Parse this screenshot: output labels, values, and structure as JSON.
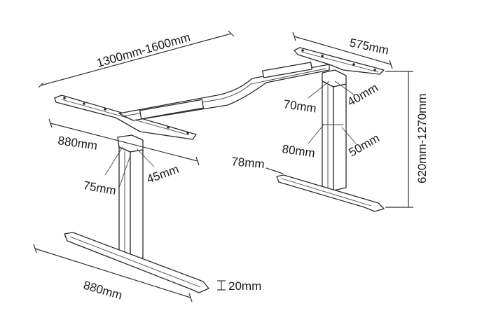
{
  "diagram": {
    "labels": {
      "width_range": "1300mm-1600mm",
      "depth_top": "575mm",
      "depth_left": "880mm",
      "foot_length": "880mm",
      "height_range": "620mm-1270mm",
      "col_outer_w": "70mm",
      "col_outer_d": "40mm",
      "col_base_w": "80mm",
      "col_base_d": "50mm",
      "col_left_w": "75mm",
      "col_left_d": "45mm",
      "foot_width": "78mm",
      "foot_height": "20mm"
    }
  }
}
